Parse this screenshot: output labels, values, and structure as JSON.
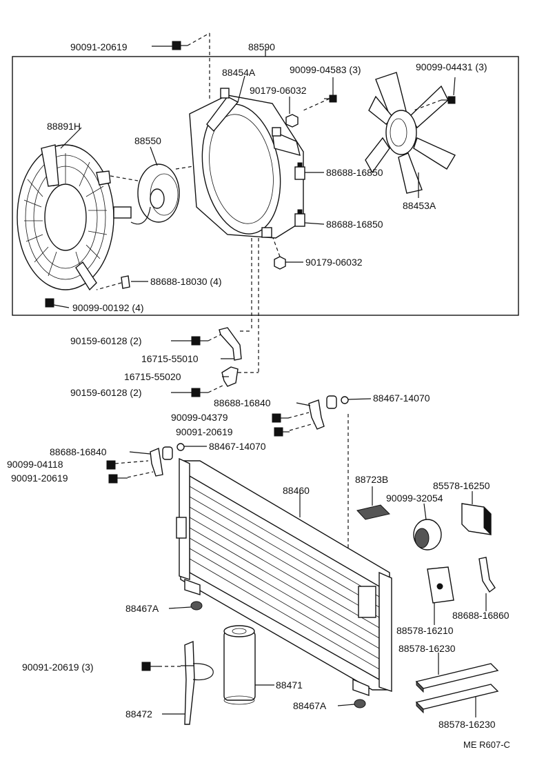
{
  "labels": {
    "p_90091_20619_top": "90091-20619",
    "p_88590": "88590",
    "p_88454A": "88454A",
    "p_90099_04583": "90099-04583 (3)",
    "p_90099_04431": "90099-04431 (3)",
    "p_90179_06032_top": "90179-06032",
    "p_88891H": "88891H",
    "p_88550": "88550",
    "p_88688_16850_a": "88688-16850",
    "p_88453A": "88453A",
    "p_88688_16850_b": "88688-16850",
    "p_90179_06032_bot": "90179-06032",
    "p_88688_18030": "88688-18030 (4)",
    "p_90099_00192": "90099-00192 (4)",
    "p_90159_60128_a": "90159-60128 (2)",
    "p_16715_55010": "16715-55010",
    "p_16715_55020": "16715-55020",
    "p_90159_60128_b": "90159-60128 (2)",
    "p_88688_16840_a": "88688-16840",
    "p_88467_14070_a": "88467-14070",
    "p_90099_04379": "90099-04379",
    "p_90091_20619_mid": "90091-20619",
    "p_88688_16840_b": "88688-16840",
    "p_88467_14070_b": "88467-14070",
    "p_90099_04118": "90099-04118",
    "p_90091_20619_left": "90091-20619",
    "p_88460": "88460",
    "p_88723B": "88723B",
    "p_85578_16250": "85578-16250",
    "p_90099_32054": "90099-32054",
    "p_88688_16860": "88688-16860",
    "p_88467A_a": "88467A",
    "p_88578_16210": "88578-16210",
    "p_88578_16230_a": "88578-16230",
    "p_90091_20619_3": "90091-20619 (3)",
    "p_88471": "88471",
    "p_88467A_b": "88467A",
    "p_88472": "88472",
    "p_88578_16230_b": "88578-16230",
    "ref_code": "ME R607-C"
  }
}
